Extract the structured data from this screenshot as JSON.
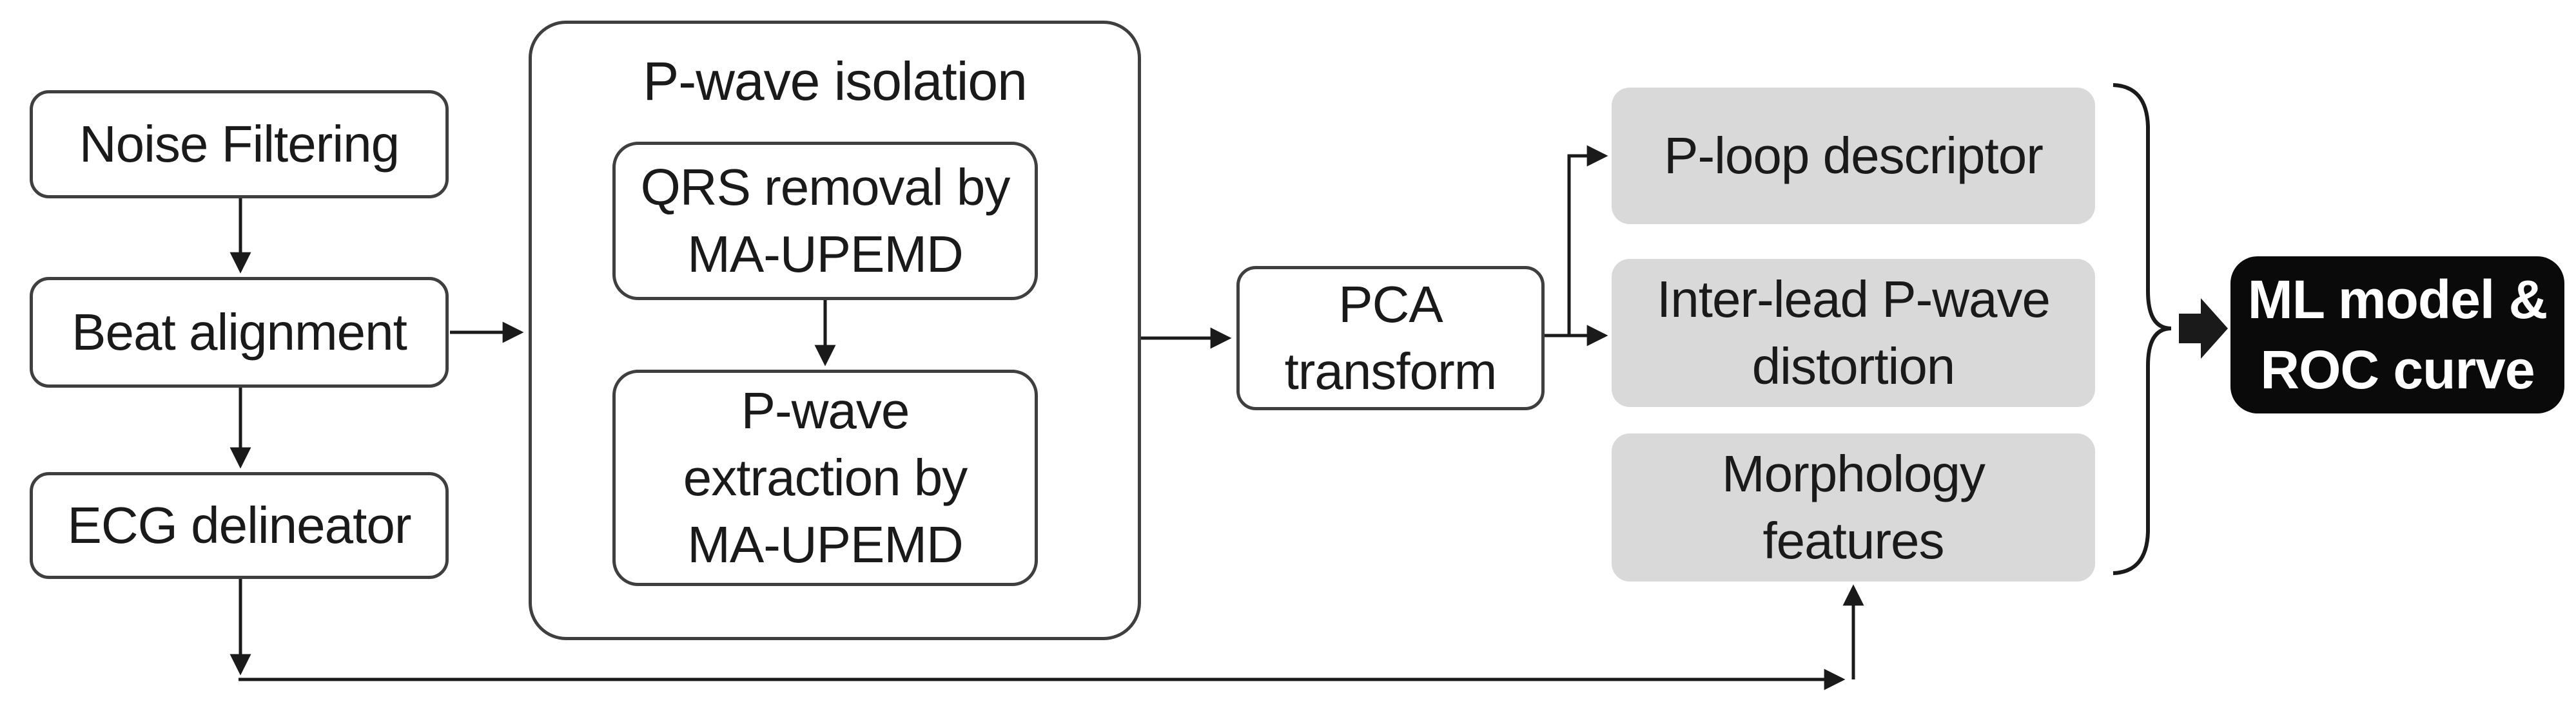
{
  "figure": {
    "nodes": {
      "noise_filtering": {
        "label": "Noise Filtering"
      },
      "beat_alignment": {
        "label": "Beat alignment"
      },
      "ecg_delineator": {
        "label": "ECG delineator"
      },
      "pwave_isolation_group": {
        "title": "P-wave isolation"
      },
      "qrs_removal": {
        "lines": [
          "QRS removal by",
          "MA-UPEMD"
        ]
      },
      "pwave_extraction": {
        "lines": [
          "P-wave",
          "extraction by",
          "MA-UPEMD"
        ]
      },
      "pca_transform": {
        "lines": [
          "PCA",
          "transform"
        ]
      },
      "p_loop_descriptor": {
        "label": "P-loop descriptor"
      },
      "inter_lead_distortion": {
        "lines": [
          "Inter-lead P-wave",
          "distortion"
        ]
      },
      "morphology_features": {
        "lines": [
          "Morphology",
          "features"
        ]
      },
      "ml_model": {
        "lines": [
          "ML model &",
          "ROC curve"
        ]
      }
    },
    "colors": {
      "box_fill": "#ffffff",
      "box_border": "#3f3f3f",
      "gray_fill": "#d9d9d9",
      "text": "#1a1a1a",
      "line": "#1a1a1a",
      "ml_fill": "#0a0a0a",
      "ml_text": "#ffffff",
      "bg": "#ffffff"
    }
  }
}
